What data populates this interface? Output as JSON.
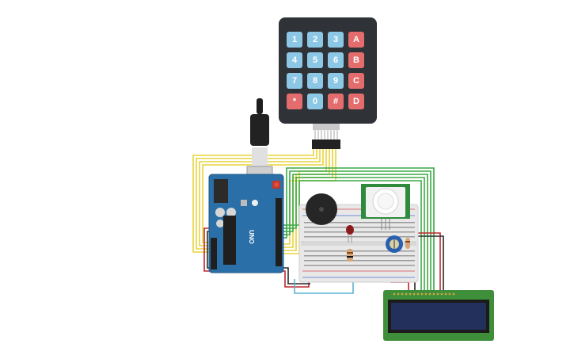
{
  "keypad": {
    "rows": [
      [
        {
          "label": "1",
          "kind": "num"
        },
        {
          "label": "2",
          "kind": "num"
        },
        {
          "label": "3",
          "kind": "num"
        },
        {
          "label": "A",
          "kind": "let"
        }
      ],
      [
        {
          "label": "4",
          "kind": "num"
        },
        {
          "label": "5",
          "kind": "num"
        },
        {
          "label": "6",
          "kind": "num"
        },
        {
          "label": "B",
          "kind": "let"
        }
      ],
      [
        {
          "label": "7",
          "kind": "num"
        },
        {
          "label": "8",
          "kind": "num"
        },
        {
          "label": "9",
          "kind": "num"
        },
        {
          "label": "C",
          "kind": "let"
        }
      ],
      [
        {
          "label": "*",
          "kind": "let"
        },
        {
          "label": "0",
          "kind": "num"
        },
        {
          "label": "#",
          "kind": "let"
        },
        {
          "label": "D",
          "kind": "let"
        }
      ]
    ]
  },
  "arduino": {
    "board_label": "UNO"
  },
  "colors": {
    "board": "#2a6fa7",
    "keypad_body": "#2f3337",
    "wire_yellow": "#e8d43a",
    "wire_green": "#3aa845",
    "wire_red": "#c0262b",
    "wire_black": "#2b2b2b",
    "wire_blue": "#5db2d0",
    "pir_board": "#2f8a3d",
    "lcd_board": "#3f8f3a",
    "lcd_screen": "#23305c"
  }
}
